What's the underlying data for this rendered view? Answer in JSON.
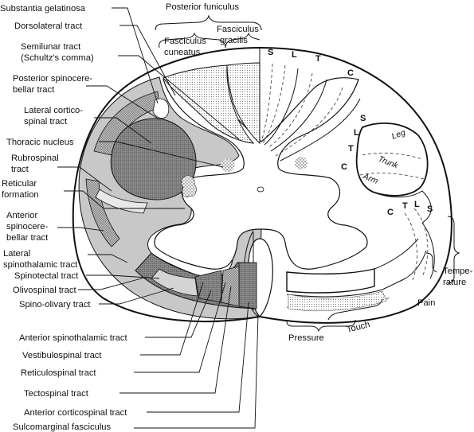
{
  "labels_left": [
    {
      "id": "substantia-gelatinosa",
      "text": "Substantia gelatinosa"
    },
    {
      "id": "dorsolateral-tract",
      "text": "Dorsolateral tract"
    },
    {
      "id": "semilunar-tract-1",
      "text": "Semilunar tract"
    },
    {
      "id": "semilunar-tract-2",
      "text": "(Schultz's comma)"
    },
    {
      "id": "posterior-spinocerebellar-1",
      "text": "Posterior spinocere-"
    },
    {
      "id": "posterior-spinocerebellar-2",
      "text": "bellar tract"
    },
    {
      "id": "lateral-corticospinal-1",
      "text": "Lateral cortico-"
    },
    {
      "id": "lateral-corticospinal-2",
      "text": "spinal tract"
    },
    {
      "id": "thoracic-nucleus",
      "text": "Thoracic nucleus"
    },
    {
      "id": "rubrospinal-1",
      "text": "Rubrospinal"
    },
    {
      "id": "rubrospinal-2",
      "text": "tract"
    },
    {
      "id": "reticular-formation-1",
      "text": "Reticular"
    },
    {
      "id": "reticular-formation-2",
      "text": "formation"
    },
    {
      "id": "anterior-spinocerebellar-1",
      "text": "Anterior"
    },
    {
      "id": "anterior-spinocerebellar-2",
      "text": "spinocere-"
    },
    {
      "id": "anterior-spinocerebellar-3",
      "text": "bellar tract"
    },
    {
      "id": "lateral-spinothalamic-1",
      "text": "Lateral"
    },
    {
      "id": "lateral-spinothalamic-2",
      "text": "spinothalamic tract"
    },
    {
      "id": "spinotectal",
      "text": "Spinotectal tract"
    },
    {
      "id": "olivospinal",
      "text": "Olivospinal tract"
    },
    {
      "id": "spino-olivary",
      "text": "Spino-olivary tract"
    },
    {
      "id": "anterior-spinothalamic",
      "text": "Anterior spinothalamic tract"
    },
    {
      "id": "vestibulospinal",
      "text": "Vestibulospinal tract"
    },
    {
      "id": "reticulospinal",
      "text": "Reticulospinal tract"
    },
    {
      "id": "tectospinal",
      "text": "Tectospinal tract"
    },
    {
      "id": "anterior-corticospinal",
      "text": "Anterior corticospinal tract"
    },
    {
      "id": "sulcomarginal",
      "text": "Sulcomarginal fasciculus"
    }
  ],
  "labels_top": {
    "posterior_funiculus": "Posterior funiculus",
    "fasciculus_cuneatus_1": "Fasciculus",
    "fasciculus_cuneatus_2": "cuneatus",
    "fasciculus_gracilis_1": "Fasciculus",
    "fasciculus_gracilis_2": "gracilis"
  },
  "labels_right": {
    "temperature_1": "Tempe-",
    "temperature_2": "rature",
    "pain": "Pain",
    "pressure": "Pressure",
    "touch": "Touch"
  },
  "segment_letters": {
    "top": [
      "S",
      "L",
      "T",
      "C"
    ],
    "lateral_col": [
      "C",
      "T",
      "L",
      "S"
    ],
    "lower": [
      "C",
      "T",
      "L",
      "S"
    ],
    "body_parts": [
      "Leg",
      "Trunk",
      "Arm"
    ]
  }
}
